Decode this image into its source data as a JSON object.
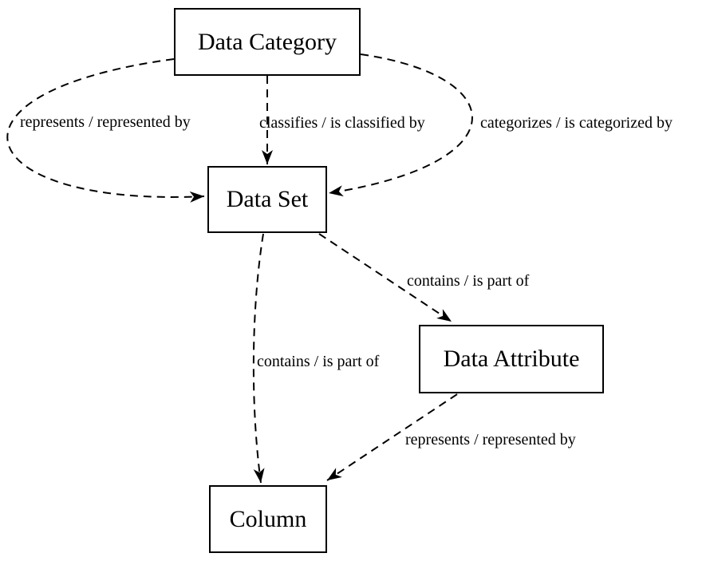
{
  "diagram": {
    "type": "entity-relationship",
    "colors": {
      "stroke": "#000000",
      "background": "#ffffff",
      "text": "#000000"
    },
    "nodes": [
      {
        "id": "data_category",
        "label": "Data Category"
      },
      {
        "id": "data_set",
        "label": "Data Set"
      },
      {
        "id": "data_attribute",
        "label": "Data Attribute"
      },
      {
        "id": "column",
        "label": "Column"
      }
    ],
    "edges": [
      {
        "from": "data_category",
        "to": "data_set",
        "style": "dashed-curve-left",
        "label": "represents / represented by"
      },
      {
        "from": "data_category",
        "to": "data_set",
        "style": "dashed-straight",
        "label": "classifies / is classified by"
      },
      {
        "from": "data_category",
        "to": "data_set",
        "style": "dashed-curve-right",
        "label": "categorizes / is categorized by"
      },
      {
        "from": "data_set",
        "to": "data_attribute",
        "style": "dashed-straight",
        "label": "contains / is part of"
      },
      {
        "from": "data_set",
        "to": "column",
        "style": "dashed-curve",
        "label": "contains / is part of"
      },
      {
        "from": "data_attribute",
        "to": "column",
        "style": "dashed-straight",
        "label": "represents / represented by"
      }
    ]
  }
}
